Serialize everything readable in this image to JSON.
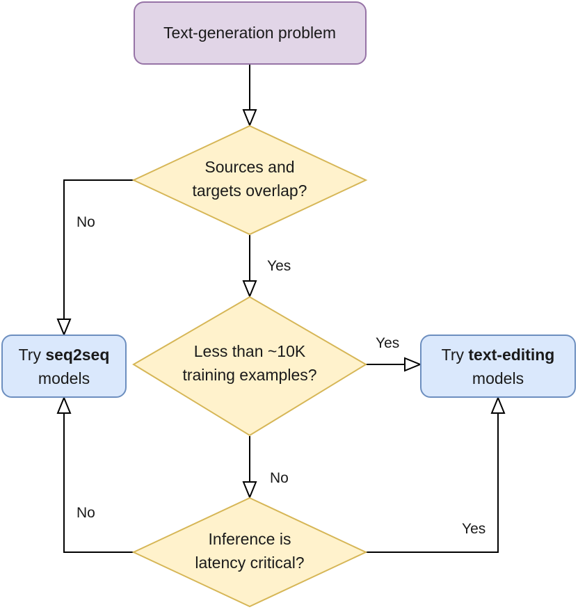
{
  "nodes": {
    "start": {
      "label": "Text-generation problem",
      "fill": "#e1d5e7",
      "stroke": "#9673a6"
    },
    "overlap": {
      "line1": "Sources and",
      "line2": "targets overlap?",
      "fill": "#fff2cc",
      "stroke": "#d6b656"
    },
    "training": {
      "line1": "Less than ~10K",
      "line2": "training examples?",
      "fill": "#fff2cc",
      "stroke": "#d6b656"
    },
    "latency": {
      "line1": "Inference is",
      "line2": "latency critical?",
      "fill": "#fff2cc",
      "stroke": "#d6b656"
    },
    "seq2seq": {
      "prefix": "Try ",
      "bold": "seq2seq",
      "line2": "models",
      "fill": "#dae8fc",
      "stroke": "#6c8ebf"
    },
    "text_editing": {
      "prefix": "Try ",
      "bold": "text-editing",
      "line2": "models",
      "fill": "#dae8fc",
      "stroke": "#6c8ebf"
    }
  },
  "edge_labels": {
    "overlap_no": "No",
    "overlap_yes": "Yes",
    "training_yes": "Yes",
    "training_no": "No",
    "latency_no": "No",
    "latency_yes": "Yes"
  }
}
